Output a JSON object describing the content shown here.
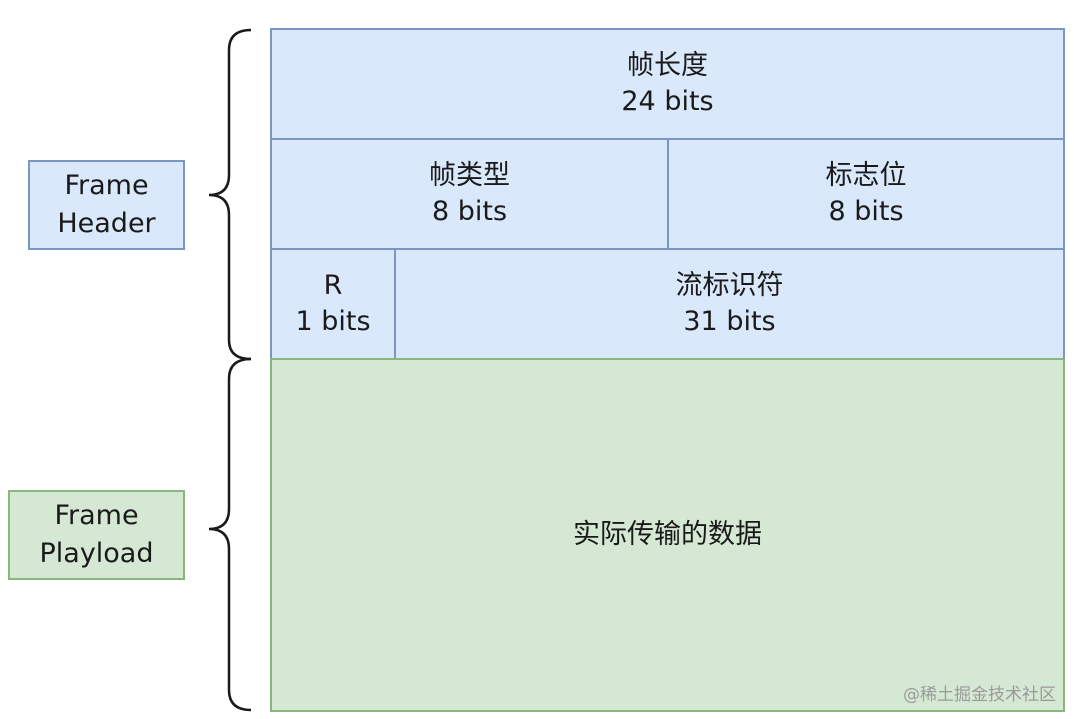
{
  "labels": {
    "header": {
      "line1": "Frame",
      "line2": "Header"
    },
    "payload": {
      "line1": "Frame",
      "line2": "Playload"
    }
  },
  "fields": {
    "length": {
      "name": "帧长度",
      "size": "24 bits"
    },
    "type": {
      "name": "帧类型",
      "size": "8 bits"
    },
    "flags": {
      "name": "标志位",
      "size": "8 bits"
    },
    "reserved": {
      "name": "R",
      "size": "1 bits"
    },
    "stream_id": {
      "name": "流标识符",
      "size": "31 bits"
    },
    "payload": {
      "name": "实际传输的数据"
    }
  },
  "watermark": "@稀土掘金技术社区",
  "colors": {
    "header_fill": "#dae8fc",
    "header_border": "#7c96c4",
    "payload_fill": "#d5e8d4",
    "payload_border": "#88b77d"
  }
}
